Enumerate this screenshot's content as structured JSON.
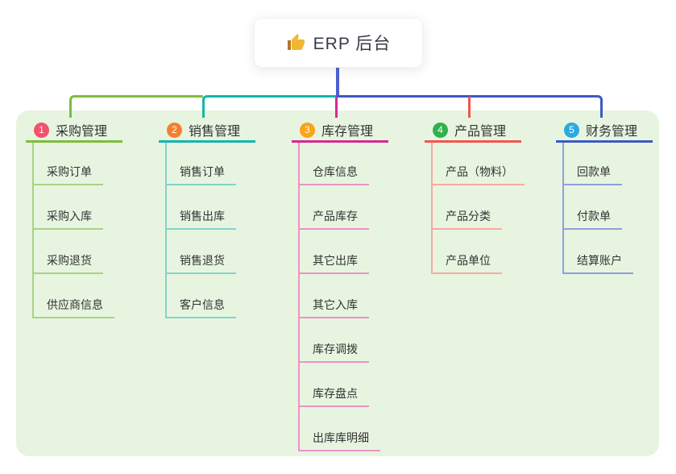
{
  "root": {
    "label": "ERP 后台",
    "icon": "thumbs-up"
  },
  "colors": {
    "panel_bg": "#e7f5e0",
    "root_line": "#4c60d2",
    "text": "#333333",
    "thumb_hand": "#f3b72d",
    "thumb_cuff": "#b5772a"
  },
  "branches": [
    {
      "num": "1",
      "label": "采购管理",
      "color": "#7fbc3e",
      "light": "#a9d284",
      "badge_bg": "#f4516c",
      "children": [
        "采购订单",
        "采购入库",
        "采购退货",
        "供应商信息"
      ]
    },
    {
      "num": "2",
      "label": "销售管理",
      "color": "#13b5b1",
      "light": "#84d3cb",
      "badge_bg": "#f57f31",
      "children": [
        "销售订单",
        "销售出库",
        "销售退货",
        "客户信息"
      ]
    },
    {
      "num": "3",
      "label": "库存管理",
      "color": "#d42a94",
      "light": "#ec93c8",
      "badge_bg": "#fba417",
      "children": [
        "仓库信息",
        "产品库存",
        "其它出库",
        "其它入库",
        "库存调拨",
        "库存盘点",
        "出库库明细"
      ]
    },
    {
      "num": "4",
      "label": "产品管理",
      "color": "#f4544e",
      "light": "#f9a9a3",
      "badge_bg": "#2fb24c",
      "children": [
        "产品（物料）",
        "产品分类",
        "产品单位"
      ]
    },
    {
      "num": "5",
      "label": "财务管理",
      "color": "#3f58c4",
      "light": "#909edc",
      "badge_bg": "#2ba9e1",
      "children": [
        "回款单",
        "付款单",
        "结算账户"
      ]
    }
  ]
}
